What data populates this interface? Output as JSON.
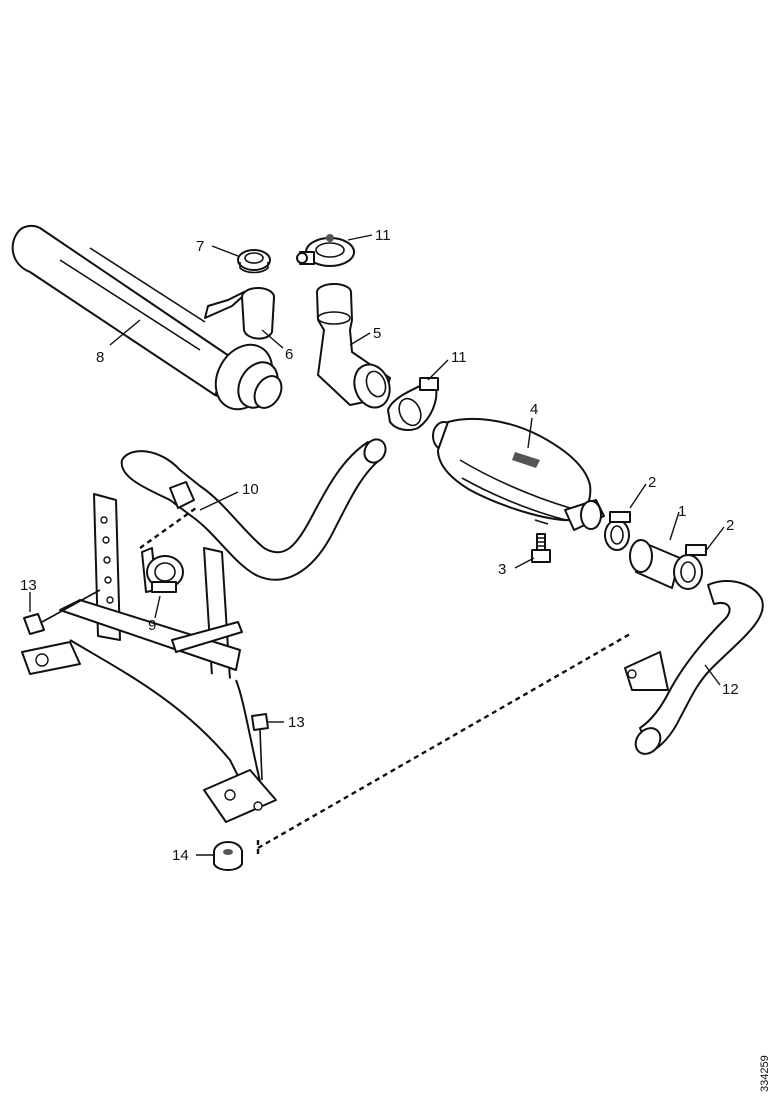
{
  "diagram": {
    "reference_code": "334259",
    "callouts": {
      "c1": "1",
      "c2a": "2",
      "c2b": "2",
      "c3": "3",
      "c4": "4",
      "c5": "5",
      "c6": "6",
      "c7": "7",
      "c8": "8",
      "c9": "9",
      "c10": "10",
      "c11a": "11",
      "c11b": "11",
      "c12": "12",
      "c13a": "13",
      "c13b": "13",
      "c14": "14"
    }
  }
}
